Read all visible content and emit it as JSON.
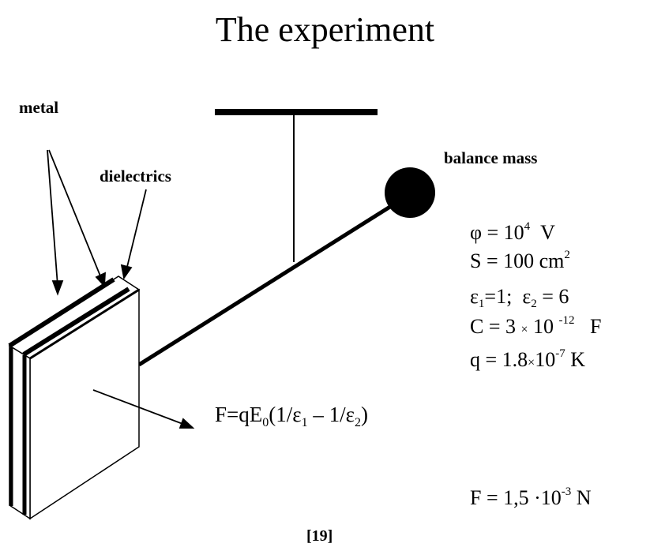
{
  "title": "The experiment",
  "labels": {
    "metal": "metal",
    "dielectrics": "dielectrics",
    "balance_mass": "balance mass"
  },
  "parameters": {
    "phi_lhs": "φ = 10",
    "phi_exp": "4",
    "phi_unit": "V",
    "s_lhs": "S = 100 cm",
    "s_exp": "2",
    "eps1_sym": "ε",
    "eps1_sub": "1",
    "eps1_val": "=1;",
    "eps2_sym": "ε",
    "eps2_sub": "2",
    "eps2_val": "= 6",
    "c_lhs": "C = 3",
    "c_times": "×",
    "c_base": "10",
    "c_exp": "-12",
    "c_unit": "F",
    "q_lhs": "q = 1.8",
    "q_times": "×",
    "q_base": "10",
    "q_exp": "-7",
    "q_unit": "K",
    "f_lhs": "F = 1,5",
    "f_dot": "·",
    "f_base": "10",
    "f_exp": "-3",
    "f_unit": "N"
  },
  "formula": {
    "p1": "F=qE",
    "s1": "0",
    "p2": "(1/ε",
    "s2": "1",
    "p3": " – 1/ε",
    "s3": "2",
    "p4": ")"
  },
  "reference": "[19]"
}
